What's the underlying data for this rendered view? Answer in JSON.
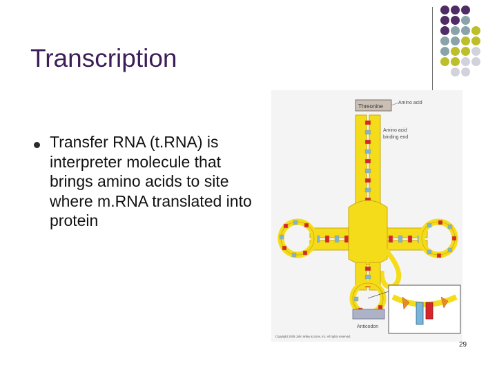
{
  "slide": {
    "title": "Transcription",
    "bullet": "Transfer RNA (t.RNA) is interpreter molecule that brings amino acids to site where m.RNA translated into protein",
    "page_number": "29"
  },
  "figure": {
    "amino_acid_box": "Threonine",
    "amino_acid_label": "Amino acid",
    "binding_end_label_line1": "Amino acid",
    "binding_end_label_line2": "binding end",
    "anticodon_label": "Anticodon",
    "copyright": "Copyright 2009 John Wiley & Sons, Inc. All rights reserved."
  },
  "colors": {
    "title": "#3c1d58",
    "dot_purple": "#4f2c64",
    "dot_teal": "#8aa3a8",
    "dot_olive": "#bdbf2a",
    "dot_gray": "#d2d2dd",
    "trna_yellow": "#f5dc1a",
    "base_red": "#d8242c",
    "base_blue": "#7ab4d8"
  }
}
